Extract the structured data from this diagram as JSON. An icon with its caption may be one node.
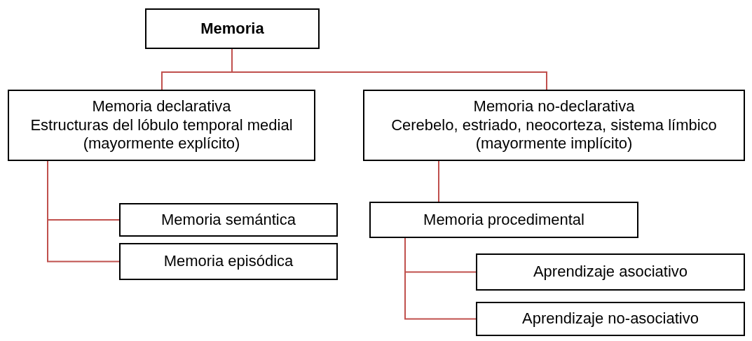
{
  "diagram": {
    "nodes": [
      {
        "text": [
          "Memoria"
        ]
      },
      {
        "text": [
          "Memoria declarativa",
          "Estructuras del lóbulo temporal medial (mayormente explícito)"
        ]
      },
      {
        "text": [
          "Memoria no-declarativa",
          "Cerebelo, estriado, neocorteza, sistema límbico (mayormente implícito)"
        ]
      },
      {
        "text": [
          "Memoria semántica"
        ]
      },
      {
        "text": [
          "Memoria episódica"
        ]
      },
      {
        "text": [
          "Memoria procedimental"
        ]
      },
      {
        "text": [
          "Aprendizaje asociativo"
        ]
      },
      {
        "text": [
          "Aprendizaje no-asociativo"
        ]
      }
    ],
    "edges": [
      {
        "from": 0,
        "to": 1,
        "arrow": "none"
      },
      {
        "from": 0,
        "to": 2,
        "arrow": "none"
      },
      {
        "from": 1,
        "to": 3,
        "arrow": "none"
      },
      {
        "from": 1,
        "to": 4,
        "arrow": "none"
      },
      {
        "from": 2,
        "to": 5,
        "arrow": "none"
      },
      {
        "from": 5,
        "to": 6,
        "arrow": "none"
      },
      {
        "from": 5,
        "to": 7,
        "arrow": "none"
      }
    ]
  }
}
